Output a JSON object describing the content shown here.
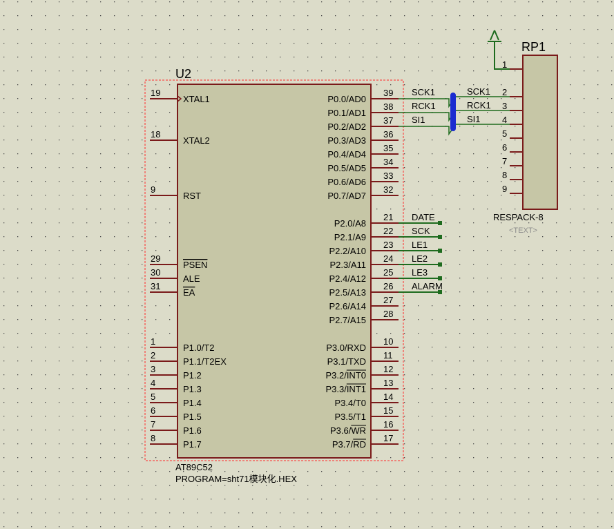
{
  "colors": {
    "background": "#dcdcc9",
    "grid_dot": "#4a4a4a",
    "component_fill": "#c6c6a6",
    "component_stroke": "#7a1a1a",
    "pin": "#7a1a1a",
    "wire": "#1e6b1e",
    "bus": "#1a2bd0",
    "selection": "#ff2a2a",
    "text": "#000000",
    "placeholder_text": "#8c8c8c",
    "terminal": "#1e6b1e"
  },
  "u2": {
    "ref": "U2",
    "part": "AT89C52",
    "program": "PROGRAM=sht71模块化.HEX",
    "left_pins": [
      {
        "num": "19",
        "name": "XTAL1",
        "clock": true
      },
      {
        "num": "18",
        "name": "XTAL2"
      },
      {
        "num": "9",
        "name": "RST"
      },
      {
        "num": "29",
        "name": "PSEN",
        "overline": true
      },
      {
        "num": "30",
        "name": "ALE"
      },
      {
        "num": "31",
        "name": "EA",
        "overline": true
      },
      {
        "num": "1",
        "name": "P1.0/T2"
      },
      {
        "num": "2",
        "name": "P1.1/T2EX"
      },
      {
        "num": "3",
        "name": "P1.2"
      },
      {
        "num": "4",
        "name": "P1.3"
      },
      {
        "num": "5",
        "name": "P1.4"
      },
      {
        "num": "6",
        "name": "P1.5"
      },
      {
        "num": "7",
        "name": "P1.6"
      },
      {
        "num": "8",
        "name": "P1.7"
      }
    ],
    "right_pins": [
      {
        "num": "39",
        "name": "P0.0/AD0"
      },
      {
        "num": "38",
        "name": "P0.1/AD1"
      },
      {
        "num": "37",
        "name": "P0.2/AD2"
      },
      {
        "num": "36",
        "name": "P0.3/AD3"
      },
      {
        "num": "35",
        "name": "P0.4/AD4"
      },
      {
        "num": "34",
        "name": "P0.5/AD5"
      },
      {
        "num": "33",
        "name": "P0.6/AD6"
      },
      {
        "num": "32",
        "name": "P0.7/AD7"
      },
      {
        "num": "21",
        "name": "P2.0/A8"
      },
      {
        "num": "22",
        "name": "P2.1/A9"
      },
      {
        "num": "23",
        "name": "P2.2/A10"
      },
      {
        "num": "24",
        "name": "P2.3/A11"
      },
      {
        "num": "25",
        "name": "P2.4/A12"
      },
      {
        "num": "26",
        "name": "P2.5/A13"
      },
      {
        "num": "27",
        "name": "P2.6/A14"
      },
      {
        "num": "28",
        "name": "P2.7/A15"
      },
      {
        "num": "10",
        "name": "P3.0/RXD"
      },
      {
        "num": "11",
        "name": "P3.1/TXD"
      },
      {
        "num": "12",
        "name": "P3.2/INT0",
        "over_from": 5
      },
      {
        "num": "13",
        "name": "P3.3/INT1",
        "over_from": 5
      },
      {
        "num": "14",
        "name": "P3.4/T0"
      },
      {
        "num": "15",
        "name": "P3.5/T1"
      },
      {
        "num": "16",
        "name": "P3.6/WR",
        "over_from": 5
      },
      {
        "num": "17",
        "name": "P3.7/RD",
        "over_from": 5
      }
    ]
  },
  "rp1": {
    "ref": "RP1",
    "part": "RESPACK-8",
    "text_placeholder": "<TEXT>",
    "pins": [
      "1",
      "2",
      "3",
      "4",
      "5",
      "6",
      "7",
      "8",
      "9"
    ]
  },
  "bus_nets": [
    "SCK1",
    "RCK1",
    "SI1"
  ],
  "p2_nets": [
    "DATE",
    "SCK",
    "LE1",
    "LE2",
    "LE3",
    "ALARM"
  ]
}
